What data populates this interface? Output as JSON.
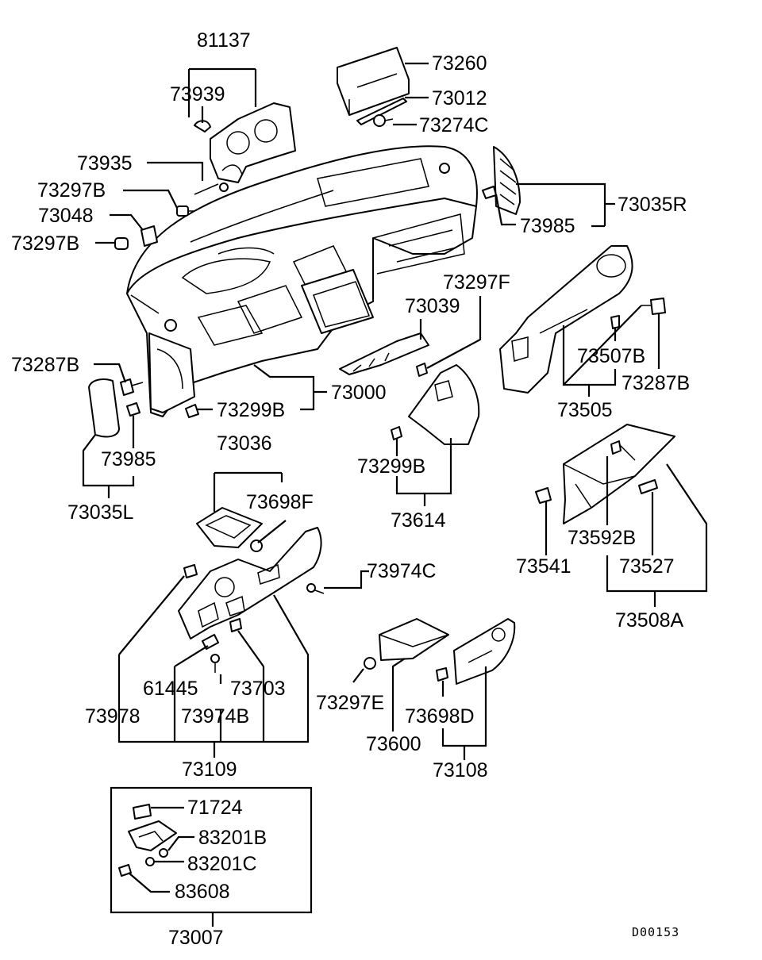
{
  "labels": {
    "p81137": "81137",
    "p73939": "73939",
    "p73935": "73935",
    "p73297B_a": "73297B",
    "p73048": "73048",
    "p73297B_b": "73297B",
    "p73260": "73260",
    "p73012": "73012",
    "p73274C": "73274C",
    "p73035R": "73035R",
    "p73985_a": "73985",
    "p73297F": "73297F",
    "p73039": "73039",
    "p73287B_a": "73287B",
    "p73000": "73000",
    "p73299B_a": "73299B",
    "p73985_b": "73985",
    "p73035L": "73035L",
    "p73507B": "73507B",
    "p73287B_b": "73287B",
    "p73505": "73505",
    "p73036": "73036",
    "p73698F": "73698F",
    "p73299B_b": "73299B",
    "p73614": "73614",
    "p73974C": "73974C",
    "p73592B": "73592B",
    "p73541": "73541",
    "p73527": "73527",
    "p73508A": "73508A",
    "p61445": "61445",
    "p73703": "73703",
    "p73978": "73978",
    "p73974B": "73974B",
    "p73109": "73109",
    "p73297E": "73297E",
    "p73698D": "73698D",
    "p73600": "73600",
    "p73108": "73108",
    "p71724": "71724",
    "p83201B": "83201B",
    "p83201C": "83201C",
    "p83608": "83608",
    "p73007": "73007"
  },
  "diagram_code": "D00153"
}
